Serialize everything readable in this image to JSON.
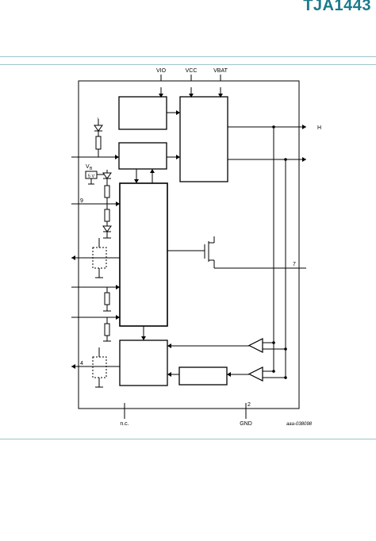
{
  "header": {
    "title": "TJA1443",
    "accent_color": "#1a7a8c",
    "rule_color": "#9cc3cc"
  },
  "diagram": {
    "pins_top": [
      "VIO",
      "VCC",
      "VBAT"
    ],
    "pin_h": "H",
    "pin_7": "7",
    "pin_9": "9",
    "pin_4": "4",
    "pin_2": "2",
    "vb_label": "V",
    "vb_sub": "B",
    "five_v": "5 V",
    "nc_label": "n.c.",
    "gnd_label": "GND",
    "figure_id": "aaa-038098",
    "tick_label": "I"
  }
}
